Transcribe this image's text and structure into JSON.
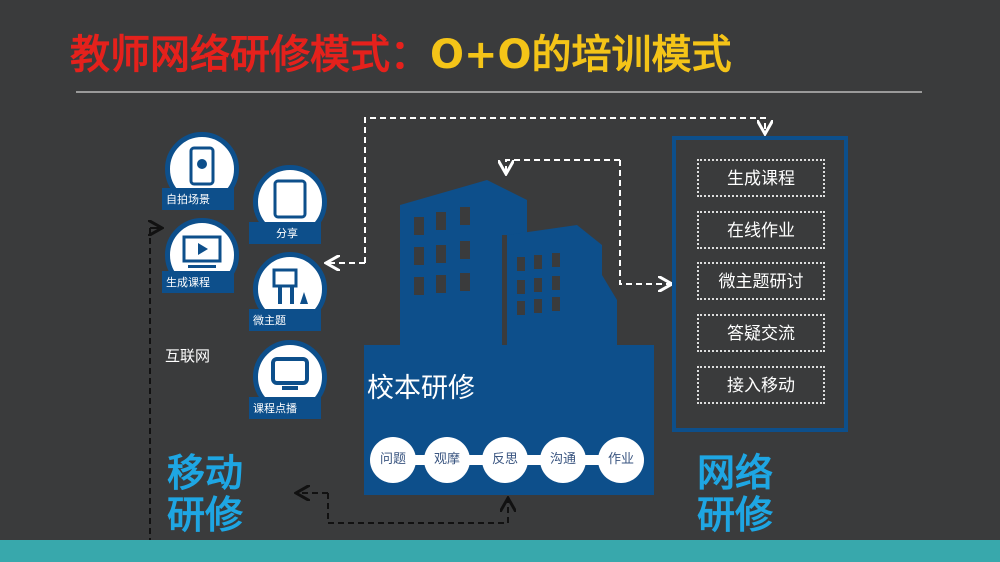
{
  "title": {
    "part1": "教师网络研修模式：",
    "part2": "O+O的培训模式"
  },
  "internet": {
    "label": "互联网",
    "items": [
      {
        "label": "自拍场景",
        "icon": "phone-icon"
      },
      {
        "label": "分享",
        "icon": "tablet-icon"
      },
      {
        "label": "生成课程",
        "icon": "video-play-icon"
      },
      {
        "label": "微主题",
        "icon": "billboard-icon"
      },
      {
        "label": "课程点播",
        "icon": "monitor-icon"
      }
    ]
  },
  "school": {
    "title": "校本研修",
    "steps": [
      "问题",
      "观摩",
      "反思",
      "沟通",
      "作业"
    ]
  },
  "online": {
    "items": [
      "生成课程",
      "在线作业",
      "微主题研讨",
      "答疑交流",
      "接入移动"
    ]
  },
  "labels": {
    "mobile": [
      "移动",
      "研修"
    ],
    "network": [
      "网络",
      "研修"
    ]
  },
  "colors": {
    "bg": "#3a3b3c",
    "blue": "#0d4f8b",
    "cyan": "#1ea6e3",
    "red": "#e5211c",
    "yellow": "#f4c418",
    "bar": "#38a8ac"
  }
}
